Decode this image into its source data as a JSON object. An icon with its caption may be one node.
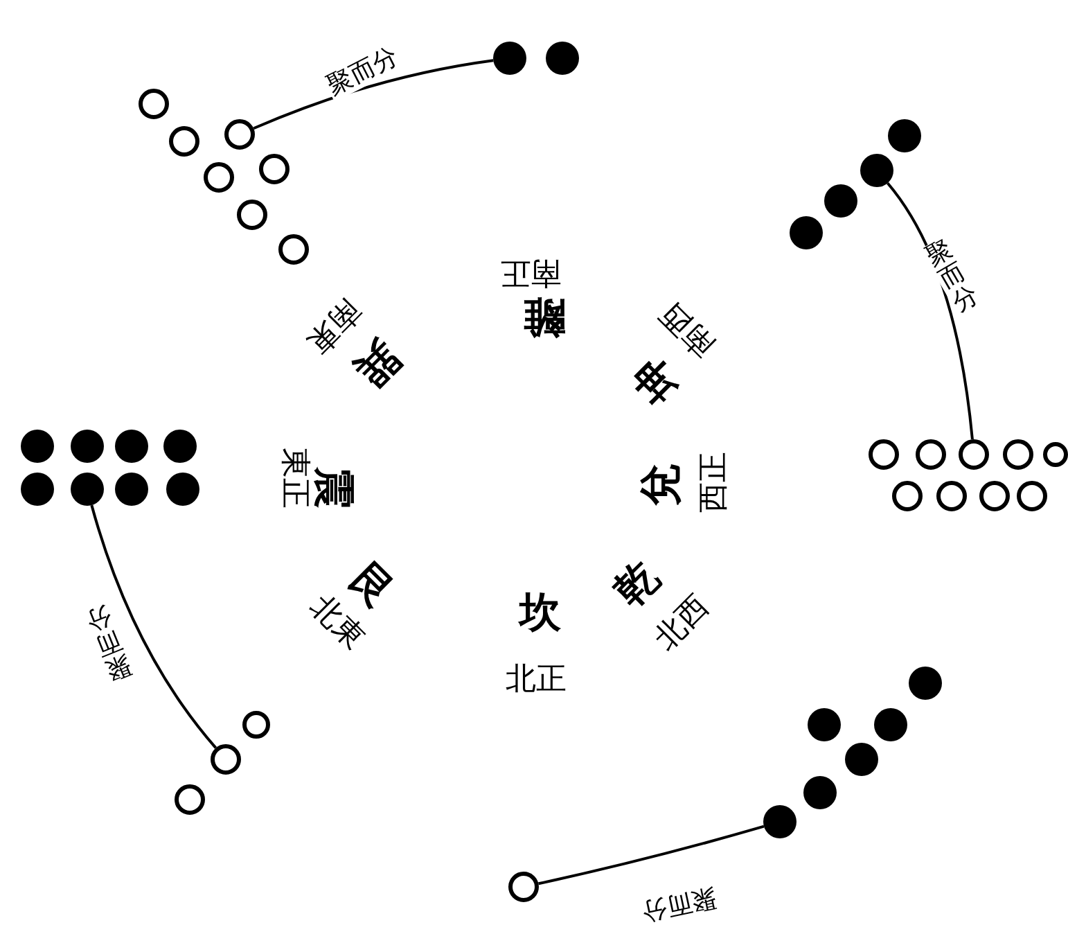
{
  "diagram": {
    "nodes": [
      {
        "text": [],
        "shape": "circle"
      },
      {
        "text": [],
        "shape": "circle"
      },
      {
        "text": [],
        "shape": "circle"
      },
      {
        "text": [],
        "shape": "circle"
      },
      {
        "text": [],
        "shape": "circle"
      },
      {
        "text": [],
        "shape": "circle"
      },
      {
        "text": [],
        "shape": "circle"
      },
      {
        "text": [],
        "shape": "circle"
      },
      {
        "text": [],
        "shape": "circle"
      },
      {
        "text": [],
        "shape": "circle"
      },
      {
        "text": [],
        "shape": "circle"
      },
      {
        "text": [],
        "shape": "circle"
      },
      {
        "text": [],
        "shape": "circle"
      },
      {
        "text": [],
        "shape": "circle"
      },
      {
        "text": [],
        "shape": "circle"
      },
      {
        "text": [],
        "shape": "circle"
      },
      {
        "text": [],
        "shape": "circle"
      },
      {
        "text": [],
        "shape": "circle"
      },
      {
        "text": [],
        "shape": "circle"
      },
      {
        "text": [],
        "shape": "circle"
      },
      {
        "text": [],
        "shape": "circle"
      },
      {
        "text": [],
        "shape": "circle"
      },
      {
        "text": [],
        "shape": "circle"
      },
      {
        "text": [],
        "shape": "circle"
      },
      {
        "text": [],
        "shape": "circle"
      },
      {
        "text": [],
        "shape": "circle"
      },
      {
        "text": [],
        "shape": "circle"
      },
      {
        "text": [],
        "shape": "circle"
      },
      {
        "text": [],
        "shape": "circle"
      },
      {
        "text": [],
        "shape": "circle"
      },
      {
        "text": [],
        "shape": "circle"
      },
      {
        "text": [],
        "shape": "circle"
      },
      {
        "text": [],
        "shape": "circle"
      },
      {
        "text": [],
        "shape": "circle"
      },
      {
        "text": [],
        "shape": "circle"
      },
      {
        "text": [],
        "shape": "circle"
      },
      {
        "text": [],
        "shape": "circle"
      },
      {
        "text": [],
        "shape": "circle"
      },
      {
        "text": [],
        "shape": "circle"
      },
      {
        "text": [],
        "shape": "circle"
      }
    ],
    "edges": [
      {
        "from": 0,
        "to": 4,
        "arrow": "none",
        "label": "聚而分"
      },
      {
        "from": 10,
        "to": 15,
        "arrow": "none",
        "label": "聚而分"
      },
      {
        "from": 27,
        "to": 31,
        "arrow": "none",
        "label": "聚而分"
      },
      {
        "from": 38,
        "to": 39,
        "arrow": "none",
        "label": "聚而分"
      }
    ],
    "labels": [
      "離",
      "南正",
      "坤",
      "南西",
      "巽",
      "南東",
      "震",
      "東正",
      "兌",
      "西正",
      "艮",
      "北東",
      "坎",
      "北正",
      "乾",
      "北西"
    ]
  }
}
